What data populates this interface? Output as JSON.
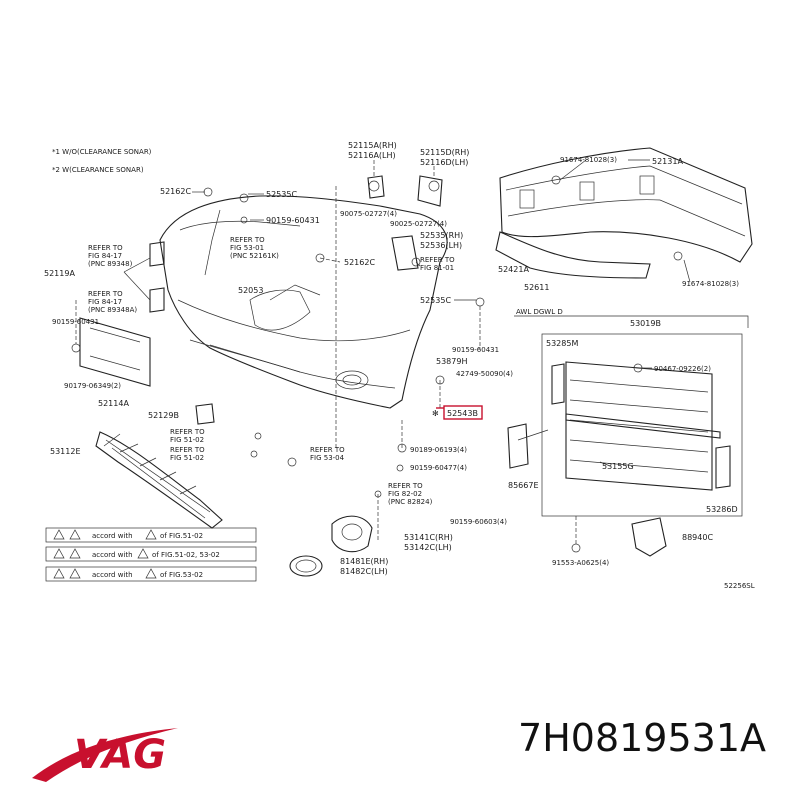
{
  "brand": {
    "name": "VAG",
    "color": "#c8102e"
  },
  "part_number": "7H0819531A",
  "diagram_code": "52256SL",
  "notes": {
    "line1": "*1 W/O(CLEARANCE SONAR)",
    "line2": "*2 W(CLEARANCE SONAR)"
  },
  "callouts": {
    "c52162C_a": "52162C",
    "c52535C_a": "52535C",
    "c90159_60431_a": "90159-60431",
    "c52115A": "52115A(RH)",
    "c52116A": "52116A(LH)",
    "c52115D": "52115D(RH)",
    "c52116D": "52116D(LH)",
    "c90075": "90075-02727(4)",
    "c90025": "90025-02727(4)",
    "c52535": "52535(RH)",
    "c52536": "52536(LH)",
    "c91674_a": "91674-81028(3)",
    "c52131A": "52131A",
    "c52421A": "52421A",
    "c52611": "52611",
    "c91674_b": "91674-81028(3)",
    "c52119A": "52119A",
    "c52162C_b": "52162C",
    "c52053": "52053",
    "c52535C_b": "52535C",
    "c90159_60431_b": "90159-60431",
    "c90159_60431_c": "90159-60431",
    "c53879H": "53879H",
    "c42749": "42749-50090(4)",
    "c52543B": "52543B",
    "c90179": "90179-06349(2)",
    "c52114A": "52114A",
    "c52129B": "52129B",
    "c53112E": "53112E",
    "c90189": "90189-06193(4)",
    "c90159_60477": "90159-60477(4)",
    "c90159_60603": "90159-60603(4)",
    "c53141C": "53141C(RH)",
    "c53142C": "53142C(LH)",
    "c81481E": "81481E(RH)",
    "c81482C": "81482C(LH)",
    "c53019B": "53019B",
    "c53285M": "53285M",
    "c90467": "90467-09226(2)",
    "c53155G": "53155G",
    "c85667E": "85667E",
    "c53286D": "53286D",
    "c88940C": "88940C",
    "c91553": "91553-A0625(4)",
    "box_label": "AWL DGWL D"
  },
  "refs": {
    "r1": [
      "REFER TO",
      "FIG 84-17",
      "(PNC 89348)"
    ],
    "r2": [
      "REFER TO",
      "FIG 84-17",
      "(PNC 89348A)"
    ],
    "r3": [
      "REFER TO",
      "FIG 53-01",
      "(PNC 52161K)"
    ],
    "r4": [
      "REFER TO",
      "FIG 81-01"
    ],
    "r5": [
      "REFER TO",
      "FIG 51-02"
    ],
    "r6": [
      "REFER TO",
      "FIG 53-04"
    ],
    "r7": [
      "REFER TO",
      "FIG 51-02"
    ],
    "r8": [
      "REFER TO",
      "FIG 82-02",
      "(PNC 82824)"
    ]
  },
  "warnings": [
    "accord with",
    "accord with",
    "accord with"
  ],
  "warning_refs": [
    "of FIG.51-02",
    "of FIG.51-02, 53-02",
    "of FIG.53-02"
  ]
}
